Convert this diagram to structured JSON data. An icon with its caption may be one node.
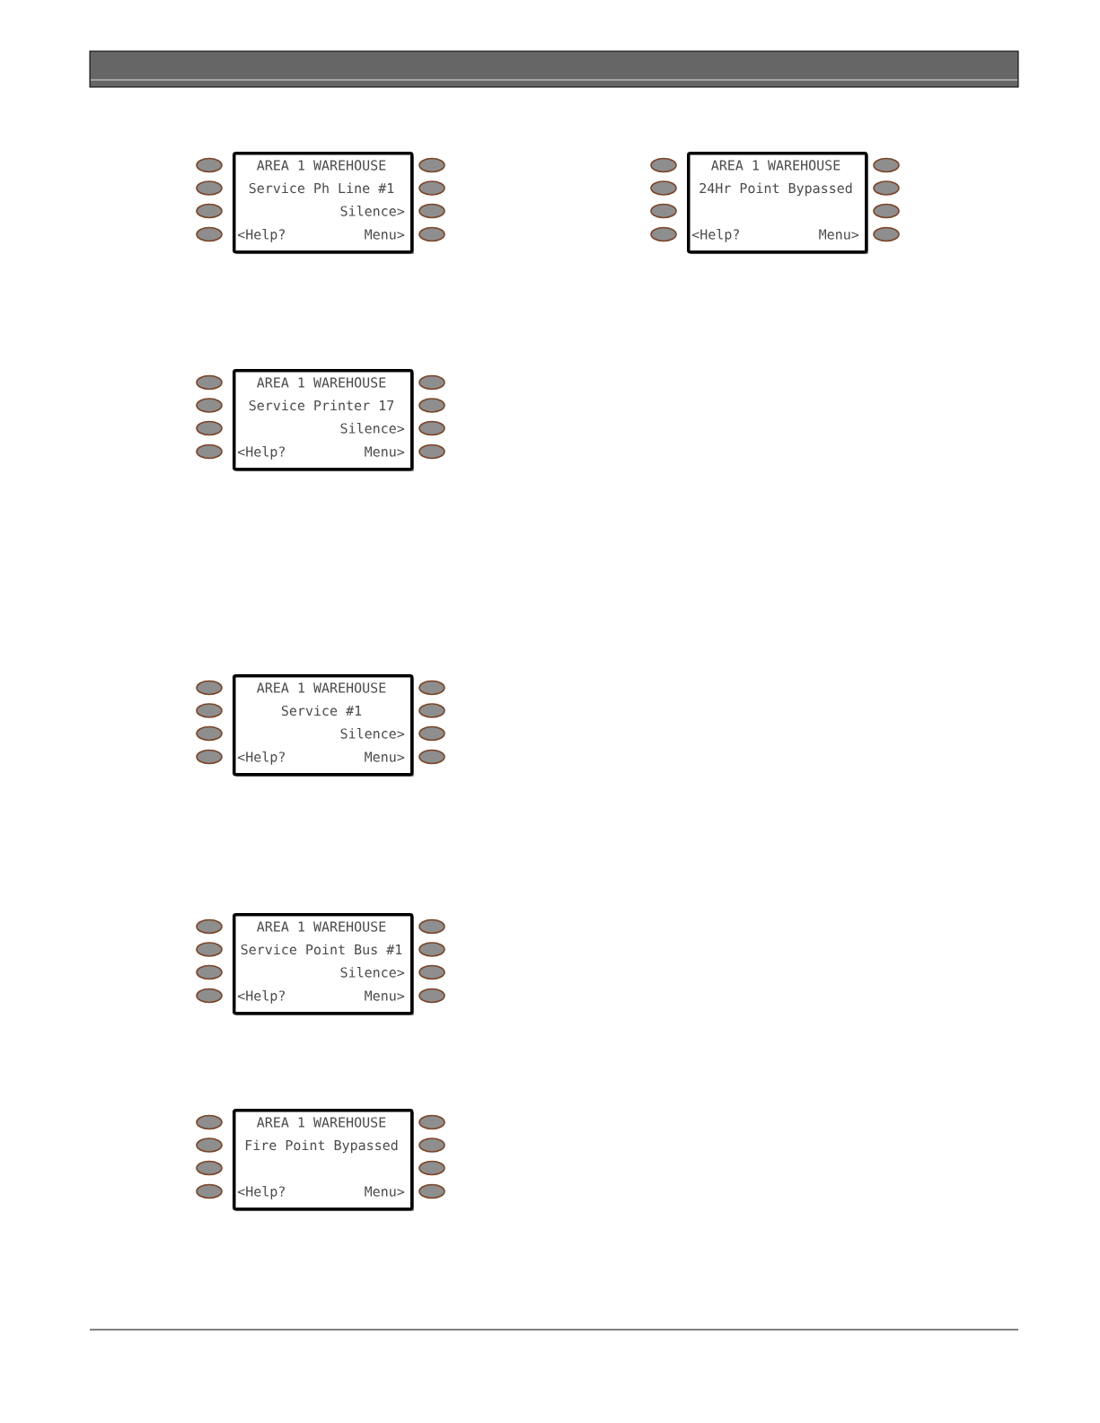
{
  "diagram": {
    "nodes": [
      {
        "text": [
          "AREA 1 WAREHOUSE",
          "Service Ph Line #1",
          "Silence>",
          "<Help?",
          "Menu>"
        ]
      },
      {
        "text": [
          "AREA 1 WAREHOUSE",
          "24Hr Point Bypassed",
          "<Help?",
          "Menu>"
        ]
      },
      {
        "text": [
          "AREA 1 WAREHOUSE",
          "Service Printer 17",
          "Silence>",
          "<Help?",
          "Menu>"
        ]
      },
      {
        "text": [
          "AREA 1 WAREHOUSE",
          "Service #1",
          "Silence>",
          "<Help?",
          "Menu>"
        ]
      },
      {
        "text": [
          "AREA 1 WAREHOUSE",
          "Service Point Bus #1",
          "Silence>",
          "<Help?",
          "Menu>"
        ]
      },
      {
        "text": [
          "AREA 1 WAREHOUSE",
          "Fire Point Bypassed",
          "<Help?",
          "Menu>"
        ]
      }
    ]
  }
}
